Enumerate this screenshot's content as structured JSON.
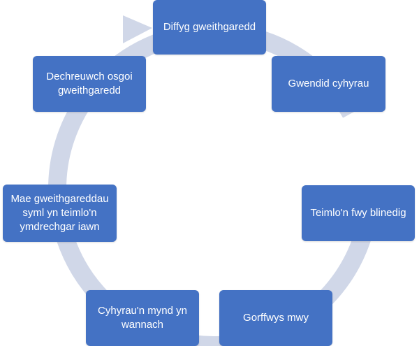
{
  "colors": {
    "node_fill": "#4472c4",
    "node_text": "#ffffff",
    "arrow_ring": "#d0d7e8"
  },
  "diagram": {
    "type": "cycle",
    "nodes": [
      {
        "id": "diffyg",
        "label": "Diffyg gweithgaredd"
      },
      {
        "id": "gwendid",
        "label": "Gwendid cyhyrau"
      },
      {
        "id": "teimlo-blinedig",
        "label": "Teimlo'n fwy blinedig"
      },
      {
        "id": "gorffwys",
        "label": "Gorffwys mwy"
      },
      {
        "id": "cyhyrau-gwannach",
        "label_lines": [
          "Cyhyrau'n mynd yn",
          "wannach"
        ]
      },
      {
        "id": "ymdrechgar",
        "label_lines": [
          "Mae gweithgareddau",
          "syml yn teimlo'n",
          "ymdrechgar iawn"
        ]
      },
      {
        "id": "osgoi",
        "label_lines": [
          "Dechreuwch osgoi",
          "gweithgaredd"
        ]
      }
    ]
  }
}
